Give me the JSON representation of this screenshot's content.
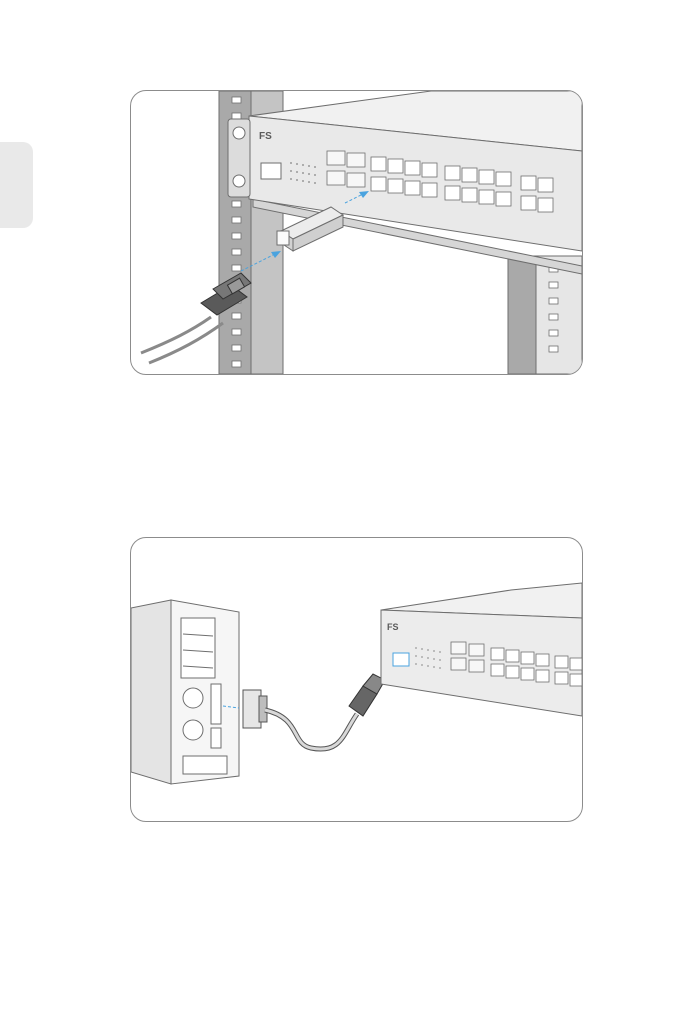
{
  "page": {
    "figures": [
      {
        "name": "install-transceiver-figure",
        "brand_label": "FS"
      },
      {
        "name": "console-connection-figure",
        "brand_label": "FS"
      }
    ]
  },
  "colors": {
    "frame_border": "#8c8c8c",
    "rack_post": "#a7a7a7",
    "device_body": "#eeeeee",
    "device_line": "#6e6e6e",
    "accent_blue": "#4aa3df",
    "tab_gray": "#e9e9e9"
  },
  "icons": [
    "switch-device-icon",
    "fiber-patch-cable-icon",
    "sfp-transceiver-icon",
    "rack-rail-icon",
    "computer-tower-icon",
    "console-cable-icon",
    "direction-arrow-icon"
  ]
}
